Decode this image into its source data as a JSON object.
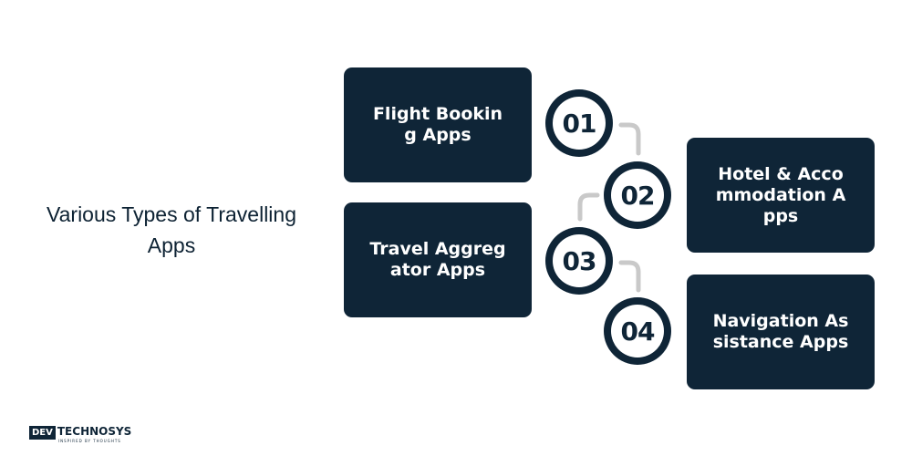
{
  "title": {
    "line1": "Various Types of Travelling",
    "line2": "Apps"
  },
  "items": [
    {
      "number": "01",
      "label": "Flight Booking Apps"
    },
    {
      "number": "02",
      "label": "Hotel & Accommodation Apps"
    },
    {
      "number": "03",
      "label": "Travel Aggregator Apps"
    },
    {
      "number": "04",
      "label": "Navigation Assistance Apps"
    }
  ],
  "logo": {
    "box": "DEV",
    "name": "TECHNOSYS",
    "tagline": "INSPIRED BY THOUGHTS"
  },
  "colors": {
    "dark": "#0f2537",
    "connector": "#c9c9c9",
    "background": "#ffffff"
  }
}
